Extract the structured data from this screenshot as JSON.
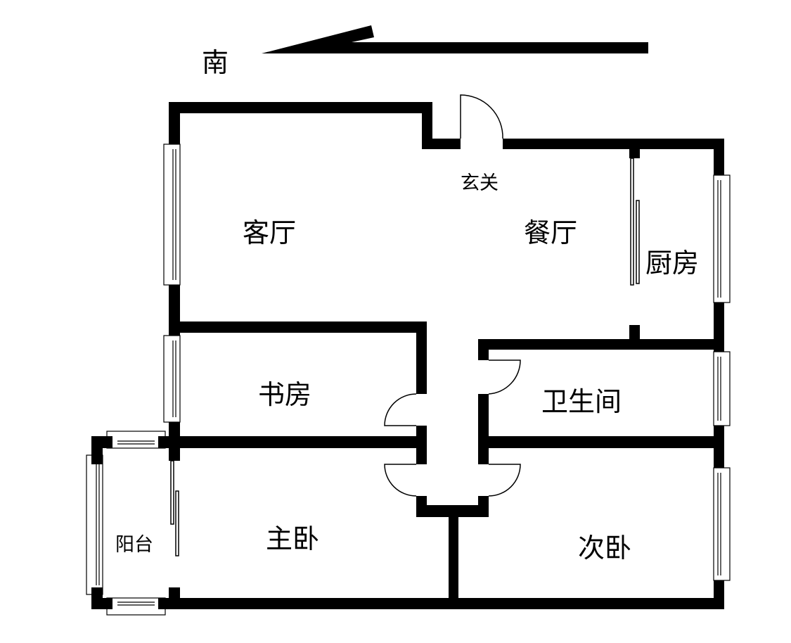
{
  "compass": {
    "direction_label": "南"
  },
  "rooms": {
    "living_room": "客厅",
    "entrance": "玄关",
    "dining_room": "餐厅",
    "kitchen": "厨房",
    "study": "书房",
    "bathroom": "卫生间",
    "master_bedroom": "主卧",
    "second_bedroom": "次卧",
    "balcony": "阳台"
  },
  "colors": {
    "wall": "#000000",
    "background": "#ffffff"
  }
}
